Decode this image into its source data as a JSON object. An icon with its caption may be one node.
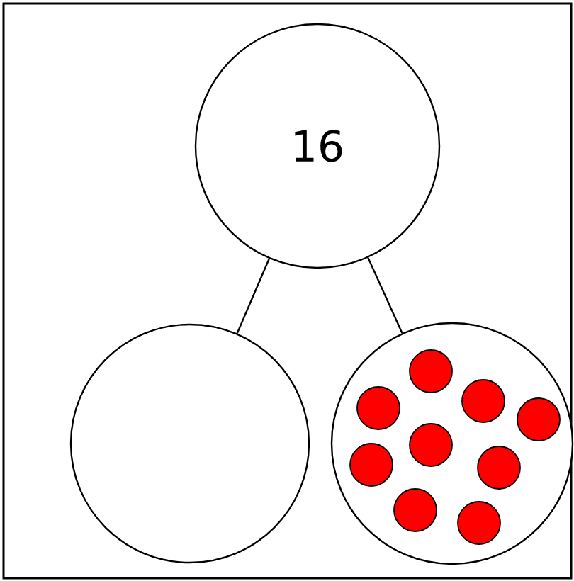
{
  "diagram": {
    "nodes": [
      {
        "text": [
          "16"
        ]
      },
      {
        "text": [],
        "shape": "circle"
      },
      {
        "text": [],
        "shape": "circle"
      },
      {
        "text": [],
        "shape": "circle",
        "in": 2
      },
      {
        "text": [],
        "shape": "circle",
        "in": 2
      },
      {
        "text": [],
        "shape": "circle",
        "in": 2
      },
      {
        "text": [],
        "shape": "circle",
        "in": 2
      },
      {
        "text": [],
        "shape": "circle",
        "in": 2
      },
      {
        "text": [],
        "shape": "circle",
        "in": 2
      },
      {
        "text": [],
        "shape": "circle",
        "in": 2
      },
      {
        "text": [],
        "shape": "circle",
        "in": 2
      },
      {
        "text": [],
        "shape": "circle",
        "in": 2
      }
    ],
    "edges": [
      {
        "from": 0,
        "to": 1,
        "arrow": "none"
      },
      {
        "from": 0,
        "to": 2,
        "arrow": "none"
      }
    ]
  }
}
